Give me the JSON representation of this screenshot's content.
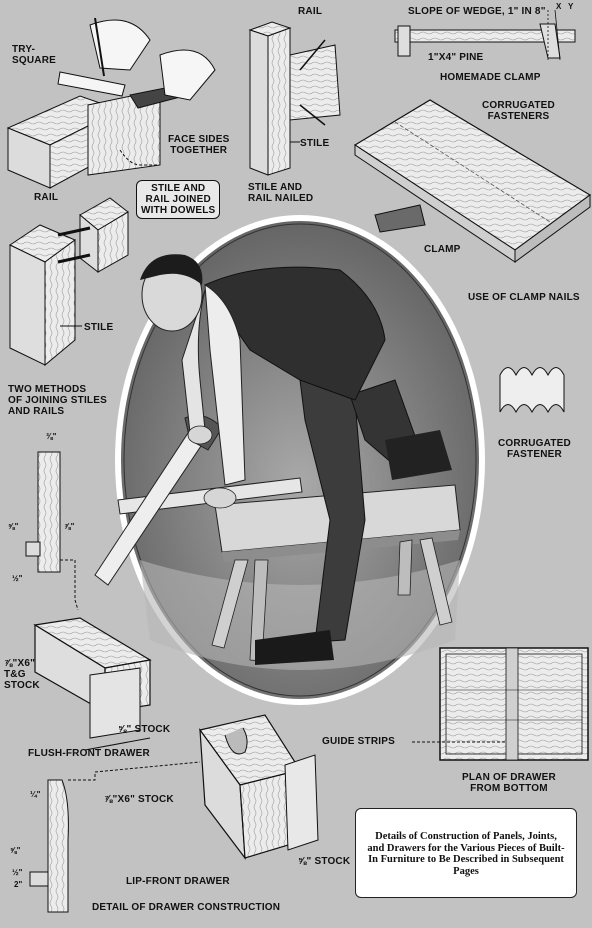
{
  "labels": {
    "try_square": "TRY-\nSQUARE",
    "face_sides": "FACE SIDES\nTOGETHER",
    "rail_left": "RAIL",
    "stile_rail_dowels": "STILE AND\nRAIL JOINED\nWITH DOWELS",
    "stile_left": "STILE",
    "two_methods": "TWO METHODS\nOF JOINING STILES\nAND RAILS",
    "rail_top": "RAIL",
    "stile_top": "STILE",
    "stile_rail_nailed": "STILE AND\nRAIL NAILED",
    "slope_wedge": "SLOPE OF WEDGE, 1\" IN 8\"",
    "pine": "1\"X4\" PINE",
    "homemade_clamp": "HOMEMADE CLAMP",
    "corrugated_fasteners": "CORRUGATED\nFASTENERS",
    "clamp": "CLAMP",
    "use_clamp_nails": "USE OF CLAMP NAILS",
    "corrugated_fastener": "CORRUGATED\nFASTENER",
    "tg_stock": "⅞\"X6\"\nT&G\nSTOCK",
    "stock_58": "⅝\" STOCK",
    "flush_front": "FLUSH-FRONT DRAWER",
    "guide_strips": "GUIDE STRIPS",
    "plan_drawer": "PLAN OF DRAWER\nFROM BOTTOM",
    "stock_78x6": "⅞\"X6\" STOCK",
    "stock_58_b": "⅝\" STOCK",
    "lip_front": "LIP-FRONT DRAWER",
    "detail_drawer": "DETAIL OF DRAWER CONSTRUCTION"
  },
  "dims": {
    "d_38": "⅜\"",
    "d_58a": "⅝\"",
    "d_78a": "⅞\"",
    "d_12a": "½\"",
    "d_14": "¼\"",
    "d_58b": "⅝\"",
    "d_12b": "½\"",
    "d_2": "2\"",
    "d_x": "X",
    "d_y": "Y"
  },
  "caption": "Details of Construction of Panels, Joints, and Drawers for the Various Pieces of Built-In Furniture to Be Described in Subsequent Pages",
  "colors": {
    "background": "#c2c2c2",
    "ink": "#111111",
    "wood": "#e9e9e9",
    "photo_bg": "#8c8c8c"
  }
}
